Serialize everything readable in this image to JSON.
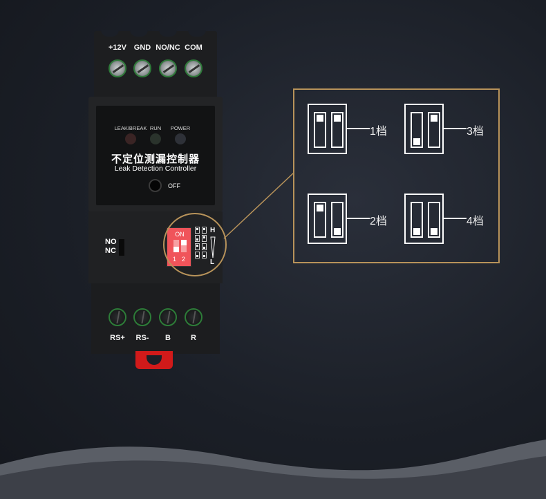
{
  "device": {
    "top_terminals": [
      "+12V",
      "GND",
      "NO/NC",
      "COM"
    ],
    "leds": [
      {
        "label": "LEAK/BREAK",
        "color": "#3a2424"
      },
      {
        "label": "RUN",
        "color": "#2a332c"
      },
      {
        "label": "POWER",
        "color": "#2e3138"
      }
    ],
    "title_cn": "不定位测漏控制器",
    "title_en": "Leak Detection Controller",
    "off_label": "OFF",
    "no_label": "NO",
    "nc_label": "NC",
    "dip": {
      "on_label": "ON",
      "num1": "1",
      "num2": "2",
      "high": "H",
      "low": "L"
    },
    "bottom_terminals": [
      "RS+",
      "RS-",
      "B",
      "R"
    ]
  },
  "colors": {
    "accent_gold": "#b8935a",
    "dip_red": "#f0545a",
    "clip_red": "#d11a1a"
  },
  "settings": [
    {
      "label": "1档",
      "switches": [
        "up",
        "up"
      ]
    },
    {
      "label": "3档",
      "switches": [
        "down",
        "up"
      ]
    },
    {
      "label": "2档",
      "switches": [
        "up",
        "down"
      ]
    },
    {
      "label": "4档",
      "switches": [
        "down",
        "down"
      ]
    }
  ]
}
